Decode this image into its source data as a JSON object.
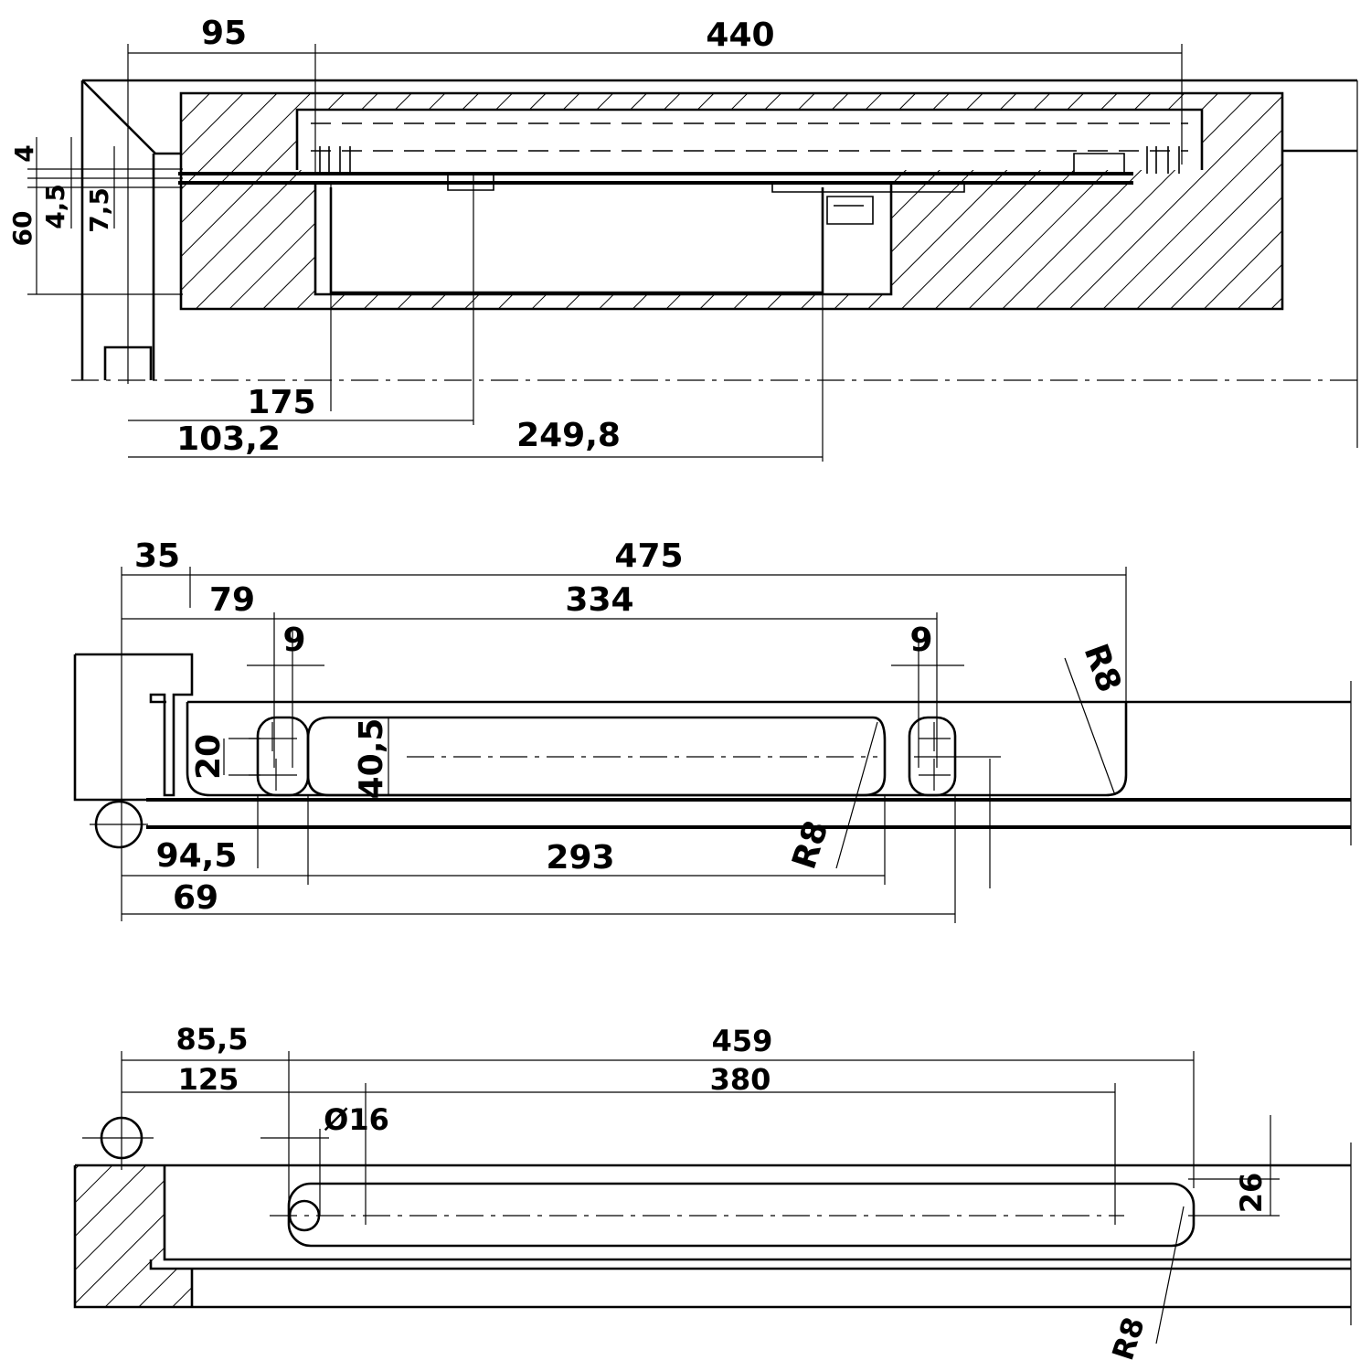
{
  "colors": {
    "ink": "#000000",
    "paper": "#ffffff"
  },
  "top_view": {
    "dims": {
      "w95": "95",
      "w440": "440",
      "h4": "4",
      "h4_5": "4,5",
      "h7_5": "7,5",
      "h60": "60",
      "w175": "175",
      "w103_2": "103,2",
      "w249_8": "249,8"
    }
  },
  "middle_view": {
    "dims": {
      "w35": "35",
      "w475": "475",
      "w79": "79",
      "w334": "334",
      "w9_left": "9",
      "w9_right": "9",
      "r8_right": "R8",
      "h20": "20",
      "h40_5": "40,5",
      "w94_5": "94,5",
      "w293": "293",
      "r8_slot": "R8",
      "w69": "69"
    }
  },
  "bottom_view": {
    "dims": {
      "w85_5": "85,5",
      "w459": "459",
      "w125": "125",
      "w380": "380",
      "d16": "Ø16",
      "h26": "26",
      "r8": "R8"
    }
  }
}
